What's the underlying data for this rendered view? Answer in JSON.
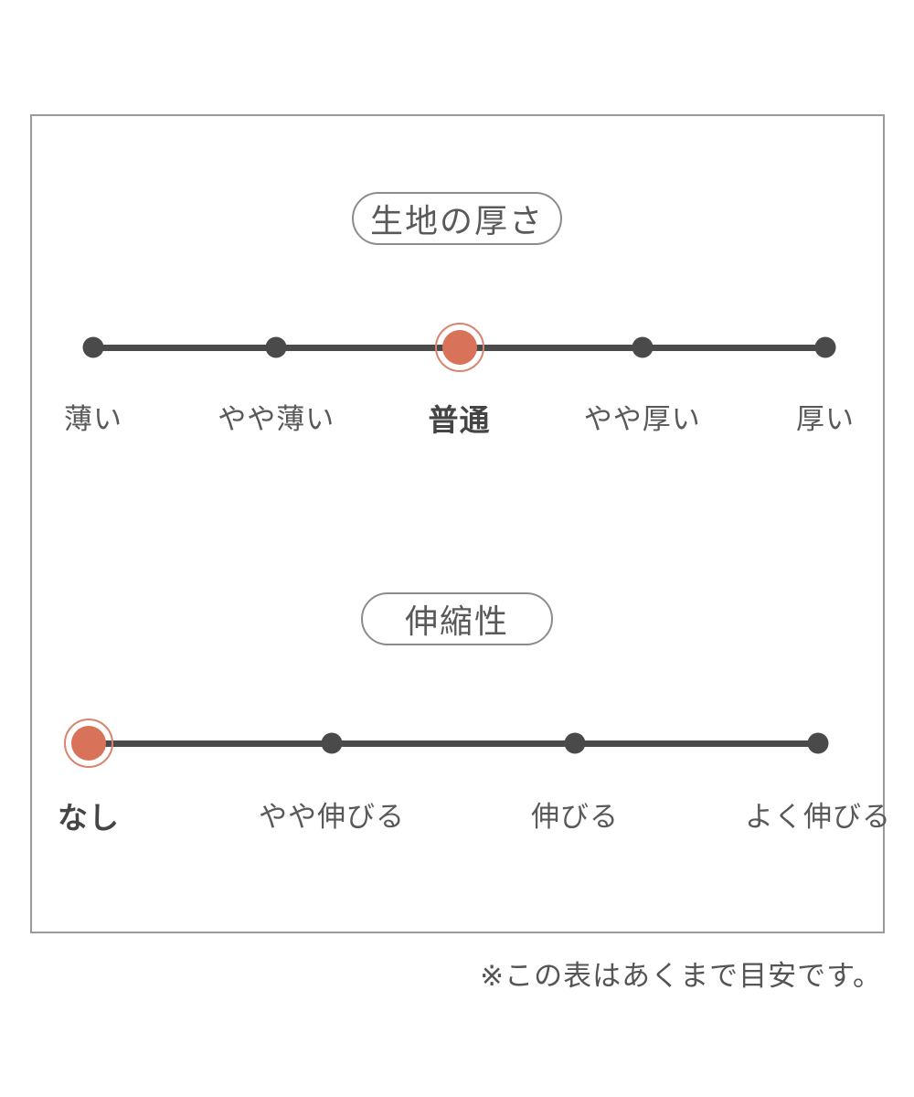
{
  "scales": [
    {
      "title": "生地の厚さ",
      "options": [
        "薄い",
        "やや薄い",
        "普通",
        "やや厚い",
        "厚い"
      ],
      "selected": "普通",
      "selected_index": 2
    },
    {
      "title": "伸縮性",
      "options": [
        "なし",
        "やや伸びる",
        "伸びる",
        "よく伸びる"
      ],
      "selected": "なし",
      "selected_index": 0
    }
  ],
  "note": "※この表はあくまで目安です。",
  "colors": {
    "background": "#ffffff",
    "frame_border": "#9a9a9a",
    "pill_border": "#8c8c8c",
    "pill_text": "#595959",
    "track": "#4a4a4a",
    "label": "#595959",
    "label_selected": "#454545",
    "accent": "#d8735a",
    "accent_ring": "#d8846f",
    "note": "#555555"
  }
}
